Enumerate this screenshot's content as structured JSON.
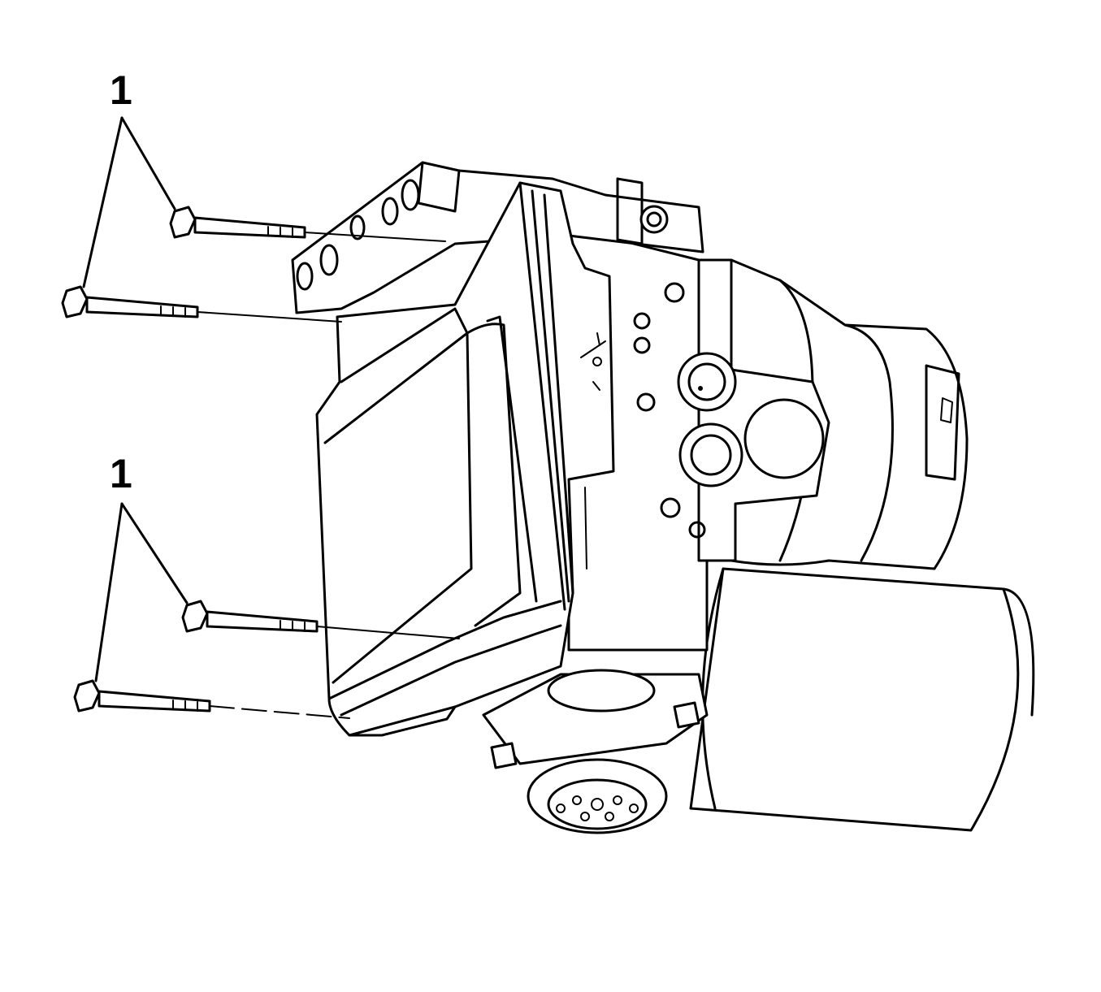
{
  "callouts": [
    {
      "id": "upper",
      "label": "1"
    },
    {
      "id": "lower",
      "label": "1"
    }
  ],
  "colors": {
    "ink": "#000000",
    "paper": "#ffffff"
  }
}
